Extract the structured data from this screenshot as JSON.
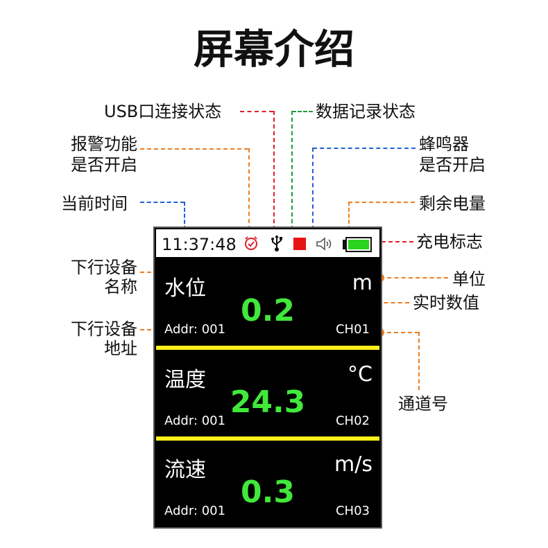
{
  "title": "屏幕介绍",
  "labels": {
    "usb": "USB口连接状态",
    "record": "数据记录状态",
    "alarm_line1": "报警功能",
    "alarm_line2": "是否开启",
    "buzzer_line1": "蜂鸣器",
    "buzzer_line2": "是否开启",
    "time": "当前时间",
    "battery": "剩余电量",
    "charge": "充电标志",
    "device_name_line1": "下行设备",
    "device_name_line2": "名称",
    "unit": "单位",
    "realtime": "实时数值",
    "address_line1": "下行设备",
    "address_line2": "地址",
    "channel": "通道号"
  },
  "status": {
    "time": "11:37:48",
    "icons": [
      "alarm-clock-icon",
      "usb-icon",
      "record-square-icon",
      "speaker-icon",
      "battery-icon"
    ]
  },
  "channels": [
    {
      "name": "水位",
      "unit": "m",
      "value": "0.2",
      "addr": "Addr: 001",
      "ch": "CH01"
    },
    {
      "name": "温度",
      "unit": "°C",
      "value": "24.3",
      "addr": "Addr: 001",
      "ch": "CH02"
    },
    {
      "name": "流速",
      "unit": "m/s",
      "value": "0.3",
      "addr": "Addr: 001",
      "ch": "CH03"
    }
  ],
  "colors": {
    "value_green": "#41e83a",
    "separator_yellow": "#ffef1a",
    "battery_green": "#2bd41f",
    "leader_orange": "#ef7d1e",
    "leader_blue": "#1e5fd6",
    "leader_red": "#e0202a",
    "leader_green": "#1f9a3b"
  }
}
